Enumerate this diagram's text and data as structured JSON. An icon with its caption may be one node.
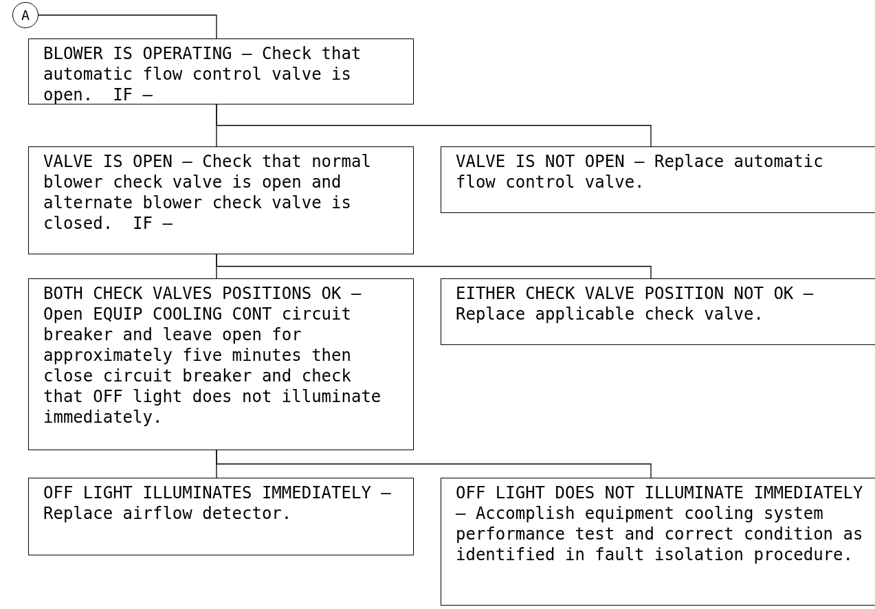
{
  "diagram": {
    "nodes": [
      {
        "text": [
          "A"
        ]
      },
      {
        "text": [
          "BLOWER IS OPERATING – Check that automatic flow control valve is open.  IF –"
        ]
      },
      {
        "text": [
          "VALVE IS OPEN – Check that normal blower check valve is open and alternate blower check valve is closed.  IF –"
        ]
      },
      {
        "text": [
          "VALVE IS NOT OPEN – Replace automatic flow control valve."
        ]
      },
      {
        "text": [
          "BOTH CHECK VALVES POSITIONS OK – Open EQUIP COOLING CONT circuit breaker and leave open for approximately five minutes then close circuit breaker and check that OFF light does not illuminate immediately."
        ]
      },
      {
        "text": [
          "EITHER CHECK VALVE POSITION NOT OK – Replace applicable check valve."
        ]
      },
      {
        "text": [
          "OFF LIGHT ILLUMINATES IMMEDIATELY – Replace airflow detector."
        ]
      },
      {
        "text": [
          "OFF LIGHT DOES NOT ILLUMINATE IMMEDIATELY – Accomplish equipment cooling system performance test and correct condition as identified in fault isolation procedure."
        ]
      }
    ],
    "edges": [
      {
        "from": 0,
        "to": 1,
        "arrow": "none"
      },
      {
        "from": 1,
        "to": 2,
        "arrow": "none"
      },
      {
        "from": 1,
        "to": 3,
        "arrow": "none"
      },
      {
        "from": 2,
        "to": 4,
        "arrow": "none"
      },
      {
        "from": 2,
        "to": 5,
        "arrow": "none"
      },
      {
        "from": 4,
        "to": 6,
        "arrow": "none"
      },
      {
        "from": 4,
        "to": 7,
        "arrow": "none"
      }
    ]
  }
}
